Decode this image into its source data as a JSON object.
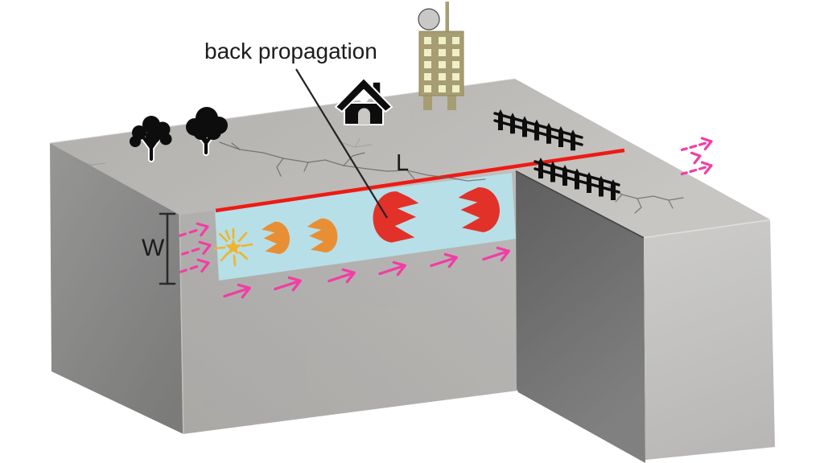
{
  "figure": {
    "labels": {
      "back_propagation": "back propagation",
      "length": "L",
      "width": "W"
    },
    "colors": {
      "background": "#ffffff",
      "fault_plane_band": "#b7dfe8",
      "surface_rupture_trace": "#ee1a14",
      "rupture_front_red": "#e23128",
      "rupture_front_orange": "#e88f35",
      "hypocenter_yellow": "#f0b42a",
      "propagation_arrow_pink": "#f23da4",
      "ground_top_gray": "#bcbab7",
      "ground_front_gray": "#aeacaa",
      "ground_left_gray": "#7d7d7d",
      "cut_face_dark_gray": "#555555",
      "right_face_light_gray": "#c6c4c2",
      "surface_icon_black": "#0d0d0d",
      "building_tan": "#a79d72",
      "building_window": "#f0efc8"
    },
    "surface_icons": [
      "tree-icon",
      "tree-icon",
      "house-icon",
      "building-icon",
      "fence-icon",
      "fence-icon"
    ],
    "fault_symbols": [
      "hypocenter-starburst",
      "rupture-front-orange-small",
      "rupture-front-orange-medium",
      "rupture-front-red-back-propagating",
      "rupture-front-red-forward"
    ],
    "arrow_counts": {
      "left_inflow_dashed": 3,
      "bottom_slip_solid": 6,
      "right_outflow_dashed": 3
    }
  }
}
